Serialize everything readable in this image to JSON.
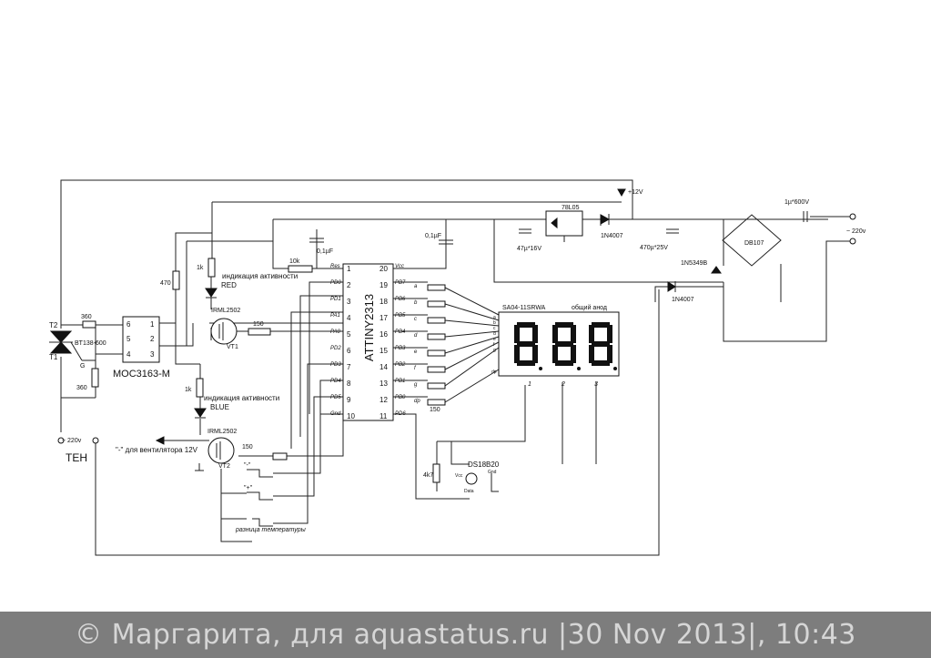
{
  "labels": {
    "t2": "T2",
    "t1": "T1",
    "g": "G",
    "r360a": "360",
    "r360b": "360",
    "r470a": "470",
    "triac": "BT138-600",
    "moc": "MOC3163-M",
    "moc_pins": [
      "6",
      "5",
      "4",
      "1",
      "2",
      "3"
    ],
    "r1k_a": "1k",
    "r1k_b": "1k",
    "ind_red": "индикация активности",
    "red": "RED",
    "ind_blue": "индикация активности",
    "blue": "BLUE",
    "irml_a": "IRML2502",
    "irml_b": "IRML2502",
    "vt1": "VT1",
    "vt2": "VT2",
    "r150a": "150",
    "r150b": "150",
    "r150c": "150",
    "r10k": "10k",
    "c01a": "0,1µF",
    "c01b": "0,1µF",
    "mcu": "ATTINY2313",
    "mcu_left_pins": [
      "1",
      "2",
      "3",
      "4",
      "5",
      "6",
      "7",
      "8",
      "9",
      "10"
    ],
    "mcu_left_names": [
      "Res",
      "PD0",
      "PD1",
      "PA1",
      "PA0",
      "PD2",
      "PD3",
      "PD4",
      "PD5",
      "Gnd"
    ],
    "mcu_right_pins": [
      "20",
      "19",
      "18",
      "17",
      "16",
      "15",
      "14",
      "13",
      "12",
      "11"
    ],
    "mcu_right_names": [
      "Vcc",
      "PB7",
      "PB6",
      "PB5",
      "PB4",
      "PB3",
      "PB2",
      "PB1",
      "PB0",
      "PD6"
    ],
    "seg_names": [
      "a",
      "b",
      "c",
      "d",
      "e",
      "f",
      "g",
      "dp"
    ],
    "reg": "78L05",
    "d1": "1N4007",
    "d2": "1N4007",
    "zener": "1N5349B",
    "plus12": "+12V",
    "c47": "47µ*16V",
    "c470": "470µ*25V",
    "cap1u": "1µ*600V",
    "bridge": "DB107",
    "ac1": "~ 220v",
    "ac2": "~ 220v",
    "teh": "TEH",
    "display": "SA04-11SRWA",
    "anode": "общий анод",
    "disp_pins": [
      "1",
      "2",
      "3"
    ],
    "fan": "\"-\" для вентилятора 12V",
    "btn_minus": "\"-\"",
    "btn_plus": "\"+\"",
    "btn_temp": "разница температуры",
    "r4k7": "4k7",
    "ds": "DS18B20",
    "ds_vcc": "Vcc",
    "ds_gnd": "Gnd",
    "ds_data": "Data"
  },
  "footer": {
    "text": "© Маргарита, для aquastatus.ru |30 Nov 2013|, 10:43"
  }
}
